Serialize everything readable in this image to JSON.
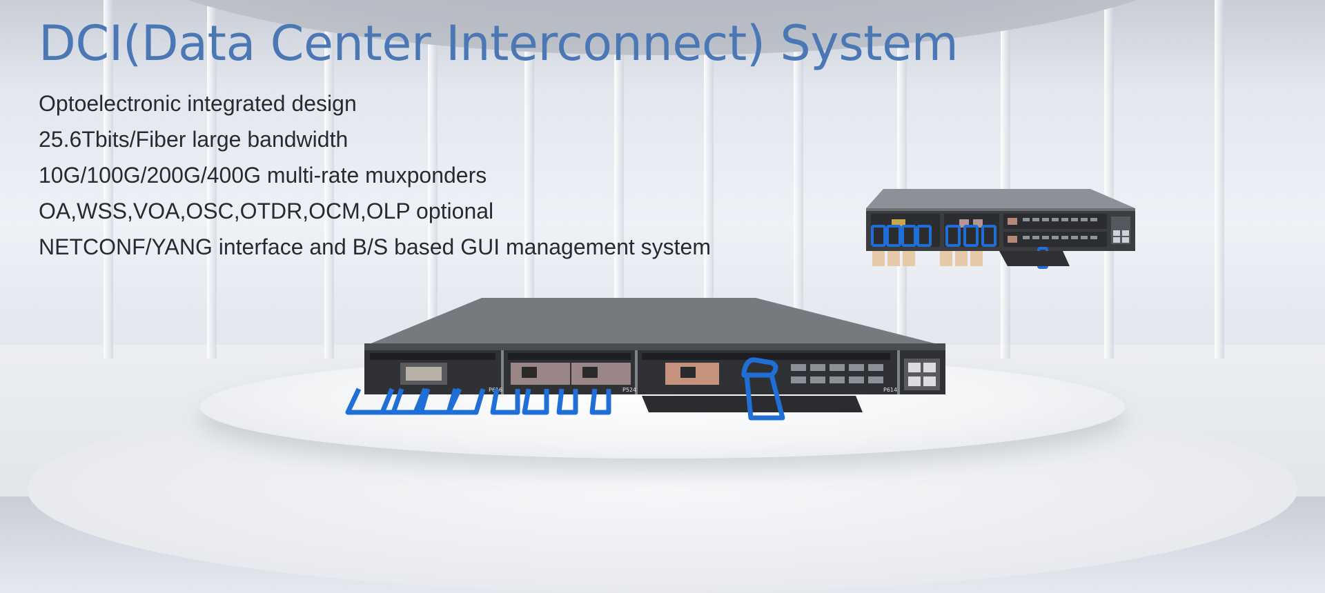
{
  "banner": {
    "title": "DCI(Data Center Interconnect) System",
    "features": [
      "Optoelectronic integrated design",
      "25.6Tbits/Fiber large bandwidth",
      "10G/100G/200G/400G multi-rate muxponders",
      "OA,WSS,VOA,OSC,OTDR,OCM,OLP optional",
      "NETCONF/YANG interface and B/S based GUI management system"
    ],
    "colors": {
      "title": "#4b78b5",
      "text": "#262a31",
      "handle": "#1f6fd6"
    }
  },
  "devices": {
    "large_chassis": {
      "slot_labels": [
        "P616",
        "P524",
        "P614"
      ]
    },
    "small_chassis": {}
  }
}
